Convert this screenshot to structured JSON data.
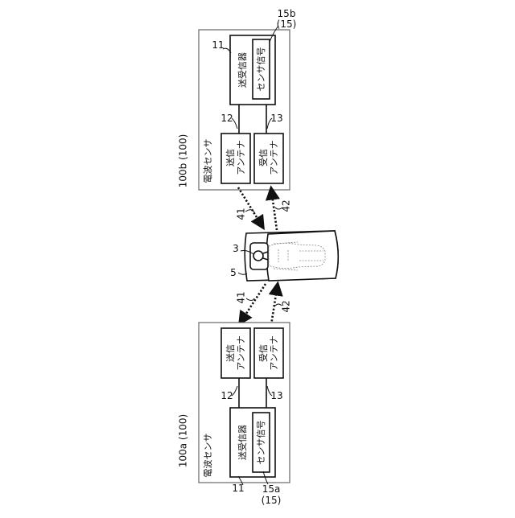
{
  "sensors": {
    "a": {
      "title": "電波センサ",
      "ref": "100a (100)",
      "transceiver_label": "送受信器",
      "transceiver_ref": "11",
      "signal_label": "センサ信号",
      "signal_ref": "15a",
      "signal_ref_sub": "(15)",
      "tx_antenna_lines": [
        "送信",
        "アンテナ"
      ],
      "tx_antenna_ref": "12",
      "rx_antenna_lines": [
        "受信",
        "アンテナ"
      ],
      "rx_antenna_ref": "13",
      "tx_wave_ref": "41",
      "rx_wave_ref": "42"
    },
    "b": {
      "title": "電波センサ",
      "ref": "100b (100)",
      "transceiver_label": "送受信器",
      "transceiver_ref": "11",
      "signal_label": "センサ信号",
      "signal_ref": "15b",
      "signal_ref_sub": "(15)",
      "tx_antenna_lines": [
        "送信",
        "アンテナ"
      ],
      "tx_antenna_ref": "12",
      "rx_antenna_lines": [
        "受信",
        "アンテナ"
      ],
      "rx_antenna_ref": "13",
      "tx_wave_ref": "41",
      "rx_wave_ref": "42"
    }
  },
  "bed": {
    "person_ref": "3",
    "bed_ref": "5"
  }
}
